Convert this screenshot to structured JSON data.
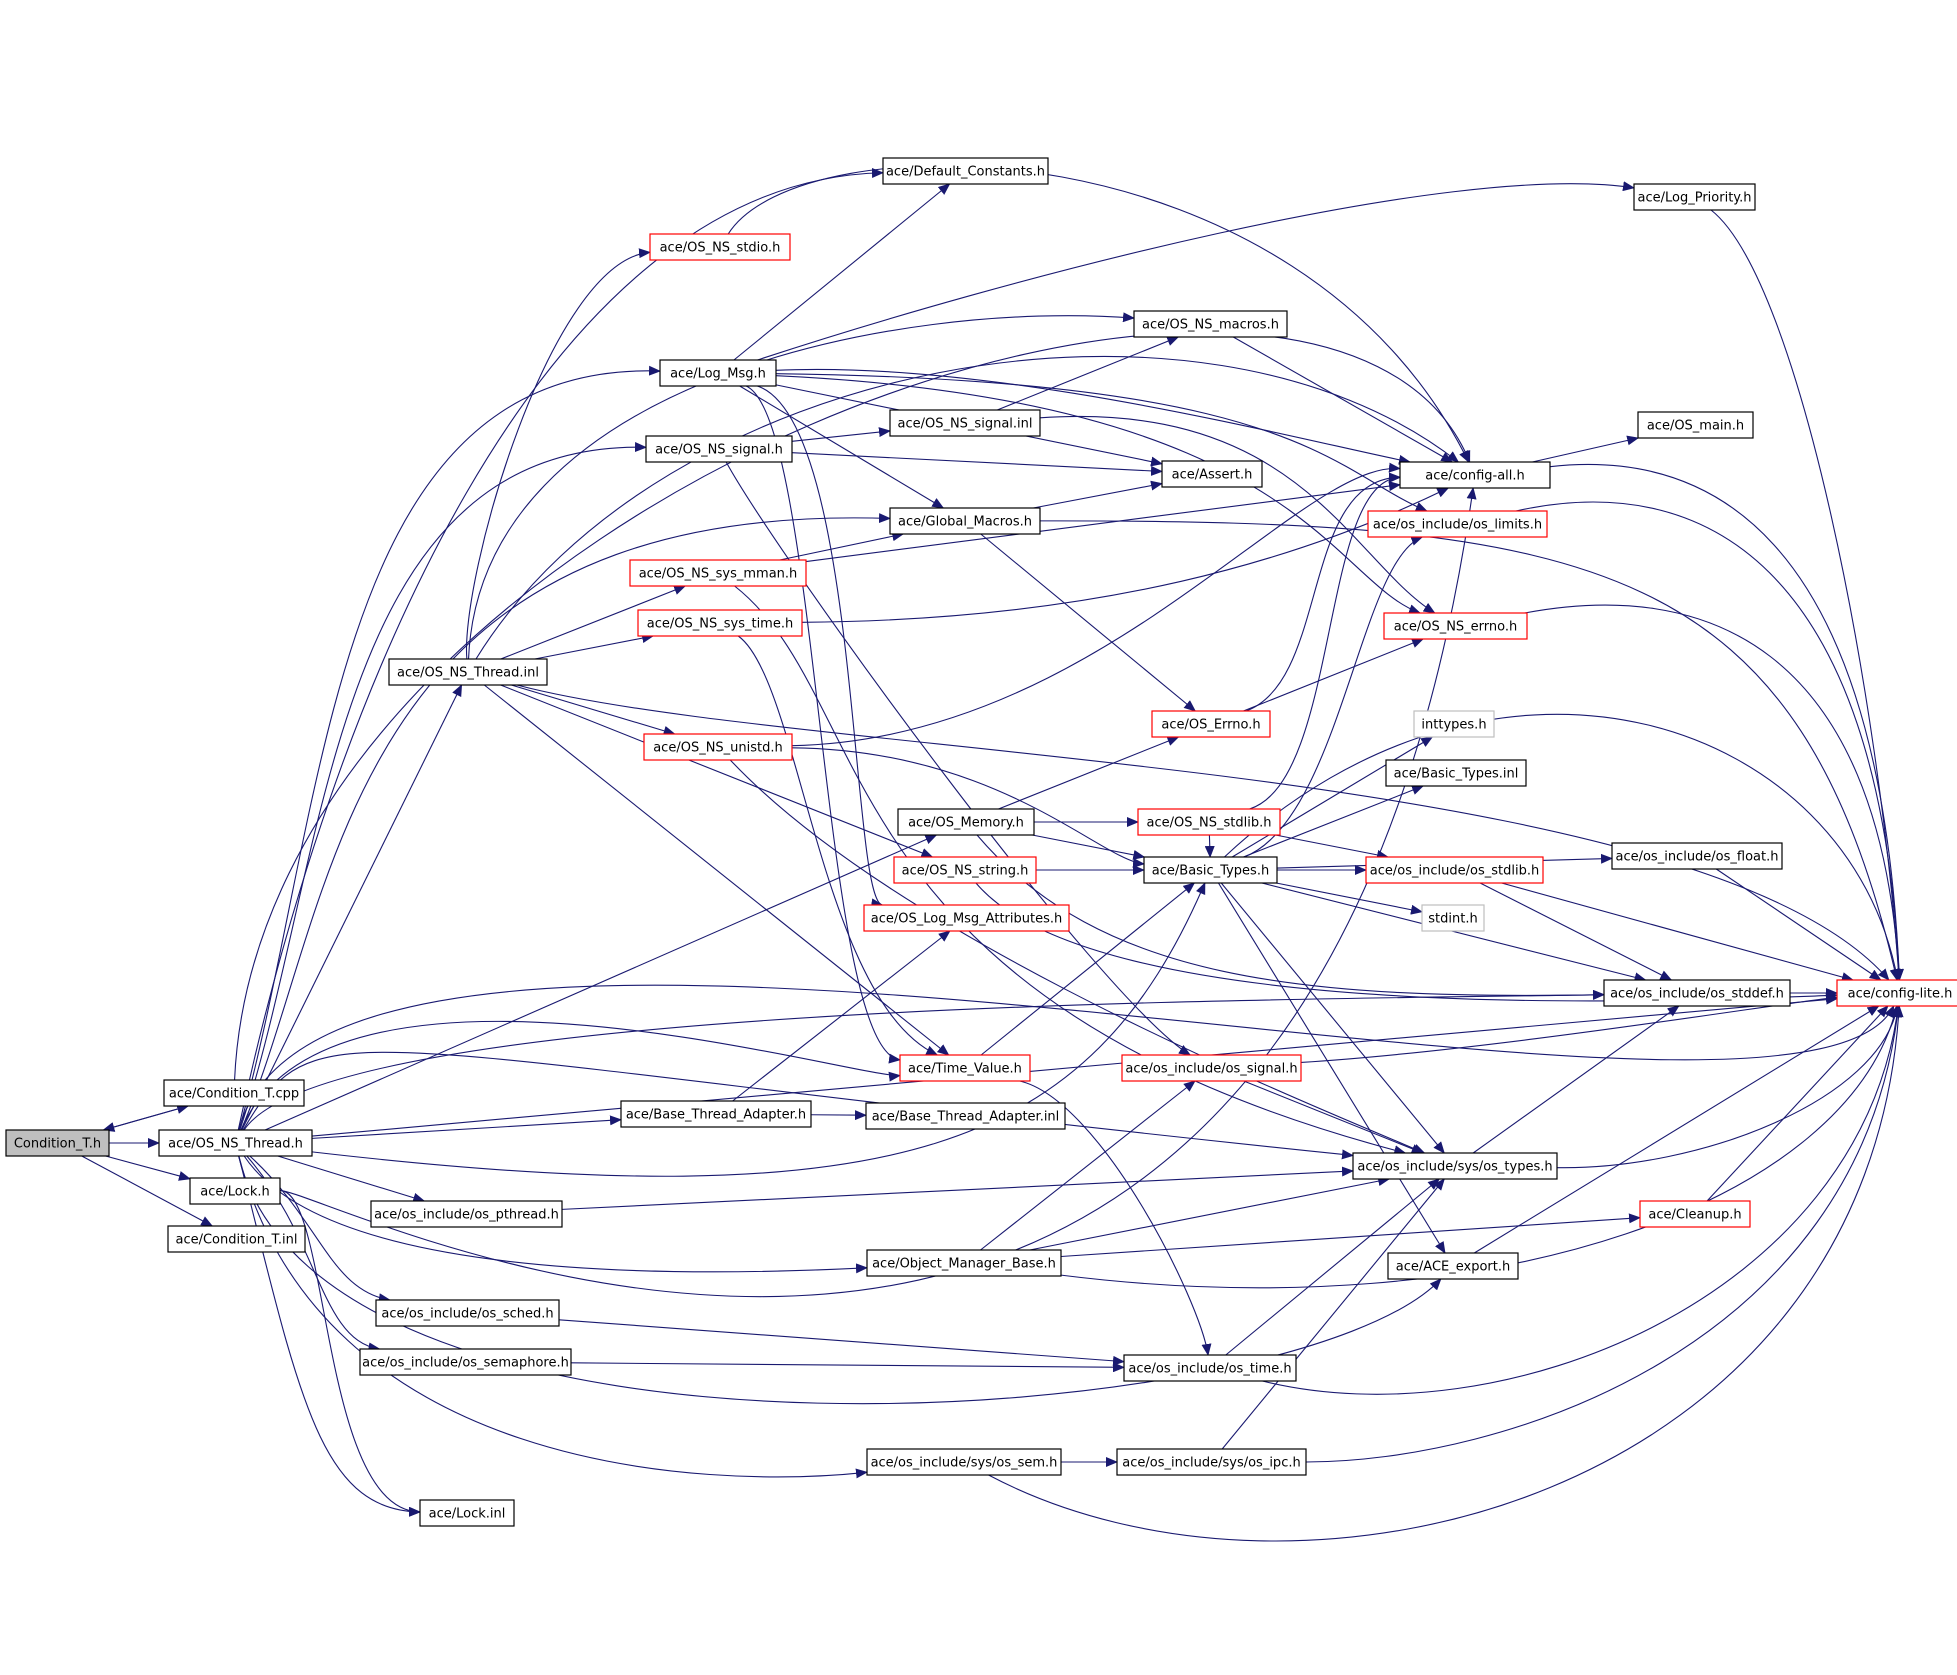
{
  "diagram": {
    "type": "include-dependency-graph",
    "colors": {
      "edge": "#191970",
      "node_border": "#000000",
      "red_border": "#ff0000",
      "gray_border": "#bfbfbf",
      "root_fill": "#bfbfbf"
    },
    "nodes": [
      {
        "id": "condition_t_h",
        "label": "Condition_T.h",
        "style": "root"
      },
      {
        "id": "condition_t_cpp",
        "label": "ace/Condition_T.cpp",
        "style": "black"
      },
      {
        "id": "os_ns_thread_h",
        "label": "ace/OS_NS_Thread.h",
        "style": "black"
      },
      {
        "id": "lock_h",
        "label": "ace/Lock.h",
        "style": "black"
      },
      {
        "id": "condition_t_inl",
        "label": "ace/Condition_T.inl",
        "style": "black"
      },
      {
        "id": "default_constants_h",
        "label": "ace/Default_Constants.h",
        "style": "black"
      },
      {
        "id": "log_priority_h",
        "label": "ace/Log_Priority.h",
        "style": "black"
      },
      {
        "id": "os_ns_stdio_h",
        "label": "ace/OS_NS_stdio.h",
        "style": "red"
      },
      {
        "id": "os_ns_macros_h",
        "label": "ace/OS_NS_macros.h",
        "style": "black"
      },
      {
        "id": "log_msg_h",
        "label": "ace/Log_Msg.h",
        "style": "black"
      },
      {
        "id": "os_ns_signal_inl",
        "label": "ace/OS_NS_signal.inl",
        "style": "black"
      },
      {
        "id": "os_main_h",
        "label": "ace/OS_main.h",
        "style": "black"
      },
      {
        "id": "os_ns_signal_h",
        "label": "ace/OS_NS_signal.h",
        "style": "black"
      },
      {
        "id": "assert_h",
        "label": "ace/Assert.h",
        "style": "black"
      },
      {
        "id": "config_all_h",
        "label": "ace/config-all.h",
        "style": "black"
      },
      {
        "id": "global_macros_h",
        "label": "ace/Global_Macros.h",
        "style": "black"
      },
      {
        "id": "os_limits_h",
        "label": "ace/os_include/os_limits.h",
        "style": "red"
      },
      {
        "id": "os_ns_sys_mman_h",
        "label": "ace/OS_NS_sys_mman.h",
        "style": "red"
      },
      {
        "id": "os_ns_sys_time_h",
        "label": "ace/OS_NS_sys_time.h",
        "style": "red"
      },
      {
        "id": "os_ns_errno_h",
        "label": "ace/OS_NS_errno.h",
        "style": "red"
      },
      {
        "id": "os_ns_thread_inl",
        "label": "ace/OS_NS_Thread.inl",
        "style": "black"
      },
      {
        "id": "os_errno_h",
        "label": "ace/OS_Errno.h",
        "style": "red"
      },
      {
        "id": "inttypes_h",
        "label": "inttypes.h",
        "style": "gray"
      },
      {
        "id": "os_ns_unistd_h",
        "label": "ace/OS_NS_unistd.h",
        "style": "red"
      },
      {
        "id": "basic_types_inl",
        "label": "ace/Basic_Types.inl",
        "style": "black"
      },
      {
        "id": "os_memory_h",
        "label": "ace/OS_Memory.h",
        "style": "black"
      },
      {
        "id": "os_ns_stdlib_h",
        "label": "ace/OS_NS_stdlib.h",
        "style": "red"
      },
      {
        "id": "os_float_h",
        "label": "ace/os_include/os_float.h",
        "style": "black"
      },
      {
        "id": "os_ns_string_h",
        "label": "ace/OS_NS_string.h",
        "style": "red"
      },
      {
        "id": "basic_types_h",
        "label": "ace/Basic_Types.h",
        "style": "black"
      },
      {
        "id": "os_stdlib_h",
        "label": "ace/os_include/os_stdlib.h",
        "style": "red"
      },
      {
        "id": "os_log_msg_attributes_h",
        "label": "ace/OS_Log_Msg_Attributes.h",
        "style": "red"
      },
      {
        "id": "stdint_h",
        "label": "stdint.h",
        "style": "gray"
      },
      {
        "id": "os_stddef_h",
        "label": "ace/os_include/os_stddef.h",
        "style": "black"
      },
      {
        "id": "config_lite_h",
        "label": "ace/config-lite.h",
        "style": "red"
      },
      {
        "id": "time_value_h",
        "label": "ace/Time_Value.h",
        "style": "red"
      },
      {
        "id": "os_signal_h",
        "label": "ace/os_include/os_signal.h",
        "style": "red"
      },
      {
        "id": "base_thread_adapter_h",
        "label": "ace/Base_Thread_Adapter.h",
        "style": "black"
      },
      {
        "id": "base_thread_adapter_inl",
        "label": "ace/Base_Thread_Adapter.inl",
        "style": "black"
      },
      {
        "id": "os_types_h",
        "label": "ace/os_include/sys/os_types.h",
        "style": "black"
      },
      {
        "id": "os_pthread_h",
        "label": "ace/os_include/os_pthread.h",
        "style": "black"
      },
      {
        "id": "cleanup_h",
        "label": "ace/Cleanup.h",
        "style": "red"
      },
      {
        "id": "object_manager_base_h",
        "label": "ace/Object_Manager_Base.h",
        "style": "black"
      },
      {
        "id": "ace_export_h",
        "label": "ace/ACE_export.h",
        "style": "black"
      },
      {
        "id": "os_sched_h",
        "label": "ace/os_include/os_sched.h",
        "style": "black"
      },
      {
        "id": "os_semaphore_h",
        "label": "ace/os_include/os_semaphore.h",
        "style": "black"
      },
      {
        "id": "os_time_h",
        "label": "ace/os_include/os_time.h",
        "style": "black"
      },
      {
        "id": "os_sem_h",
        "label": "ace/os_include/sys/os_sem.h",
        "style": "black"
      },
      {
        "id": "os_ipc_h",
        "label": "ace/os_include/sys/os_ipc.h",
        "style": "black"
      },
      {
        "id": "lock_inl",
        "label": "ace/Lock.inl",
        "style": "black"
      }
    ]
  }
}
